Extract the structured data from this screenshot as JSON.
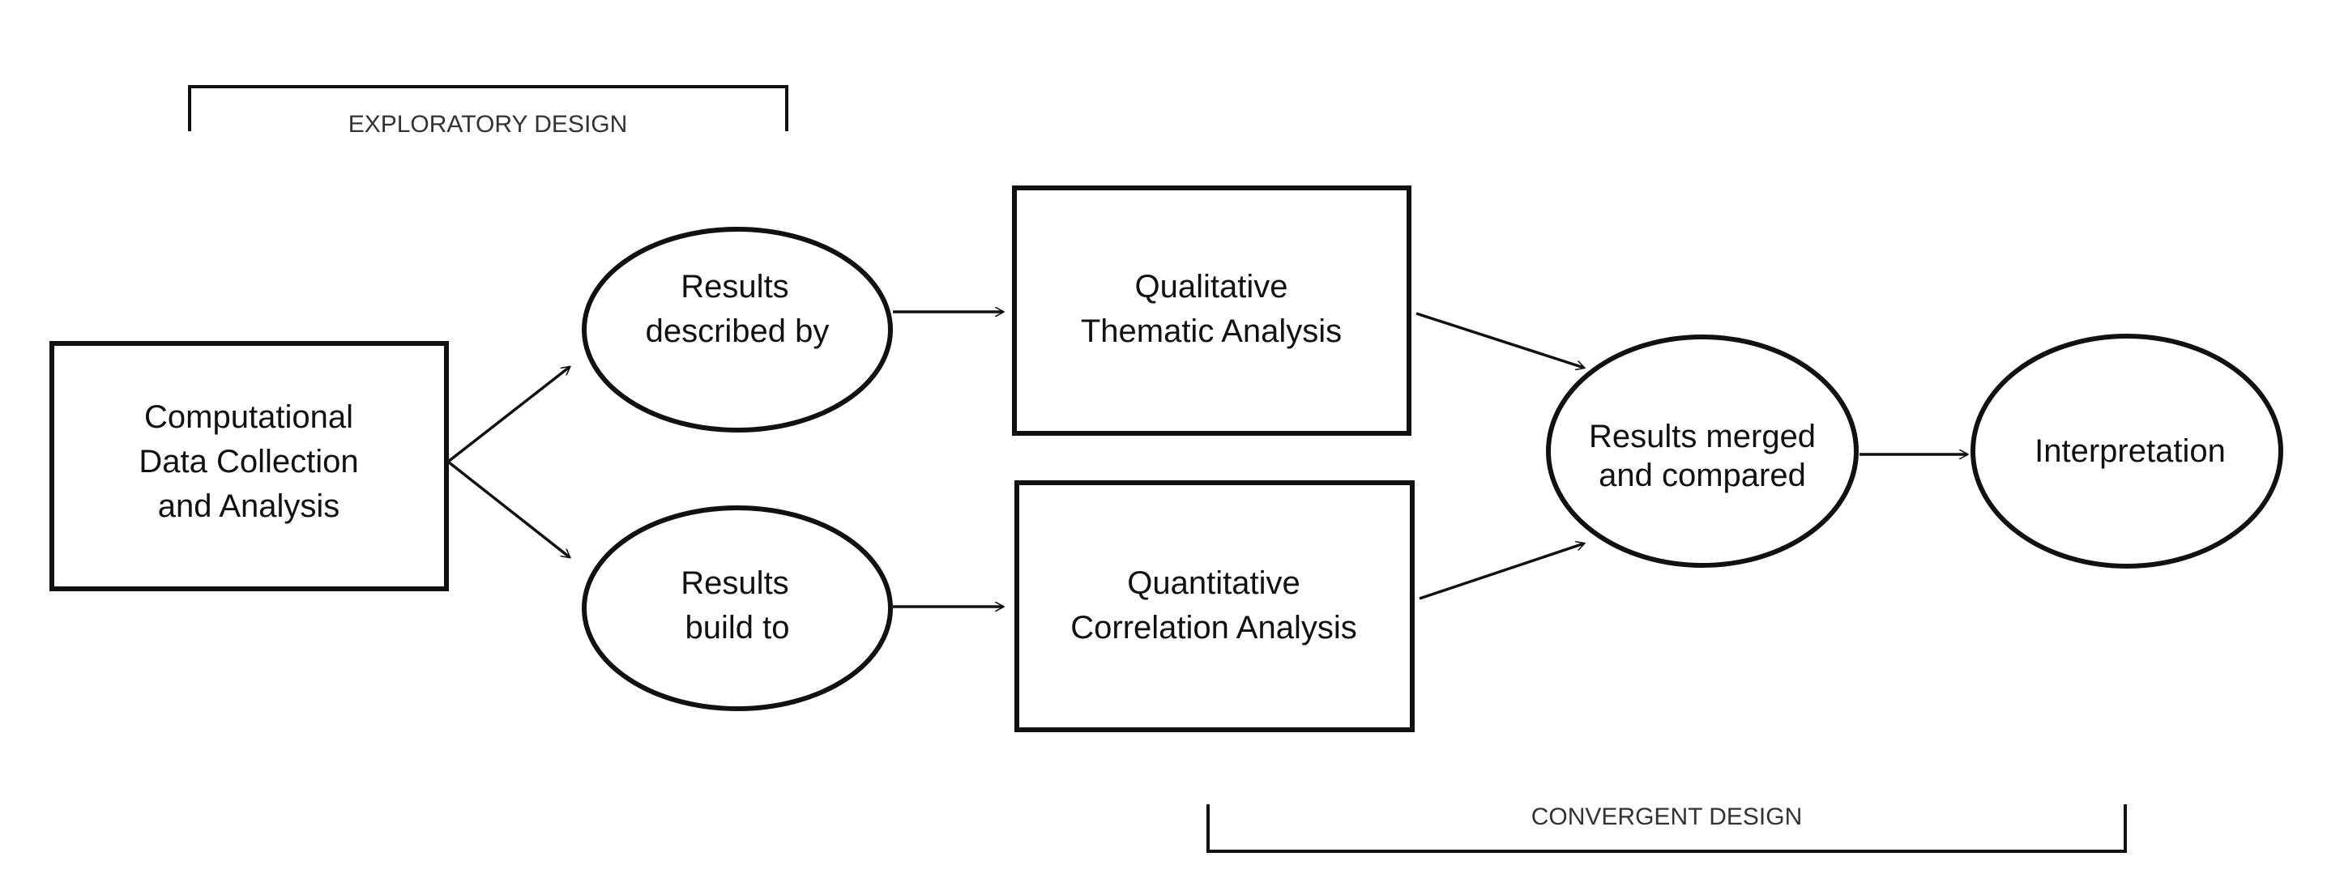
{
  "brackets": {
    "exploratory": "EXPLORATORY DESIGN",
    "convergent": "CONVERGENT DESIGN"
  },
  "nodes": {
    "computational": [
      "Computational",
      "Data Collection",
      "and Analysis"
    ],
    "described": [
      "Results",
      "described by"
    ],
    "build": [
      "Results",
      "build to"
    ],
    "qualitative": [
      "Qualitative",
      "Thematic Analysis"
    ],
    "quantitative": [
      "Quantitative",
      "Correlation Analysis"
    ],
    "merged": [
      "Results merged",
      "and compared"
    ],
    "interpretation": [
      "Interpretation"
    ]
  }
}
